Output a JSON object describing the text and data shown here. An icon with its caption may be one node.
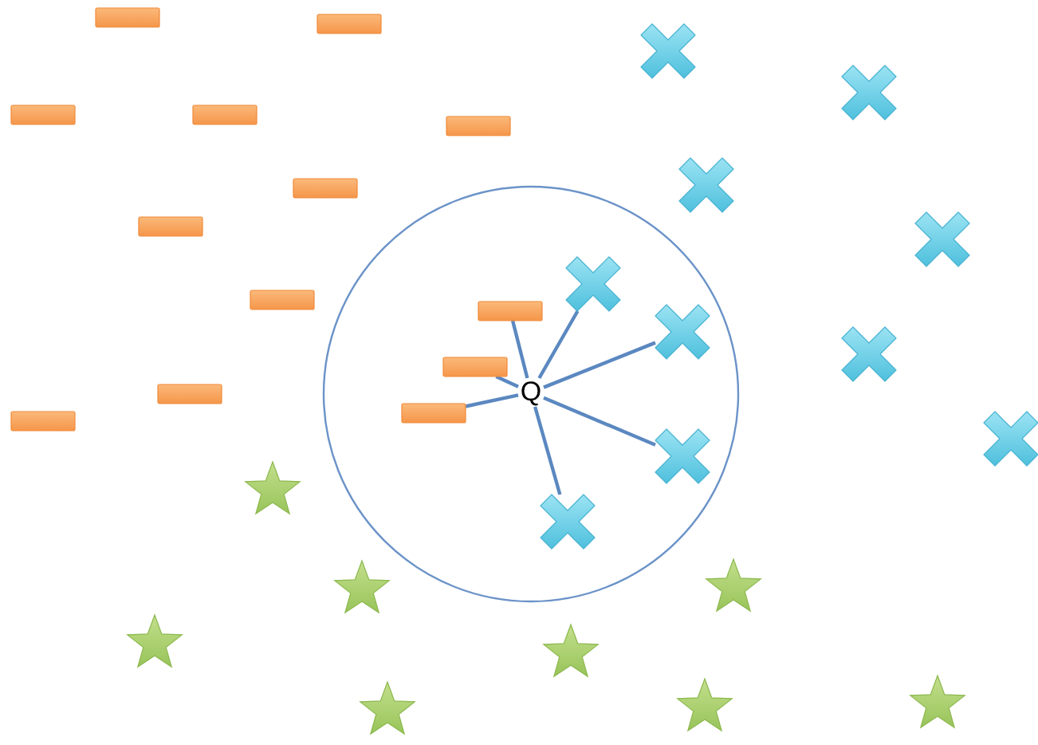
{
  "diagram": {
    "nodes": [
      {
        "text": [
          "Q"
        ]
      },
      {
        "text": [],
        "shape": "bar"
      },
      {
        "text": [],
        "shape": "bar"
      },
      {
        "text": [],
        "shape": "bar"
      },
      {
        "text": [],
        "shape": "bar"
      },
      {
        "text": [],
        "shape": "bar"
      },
      {
        "text": [],
        "shape": "bar"
      },
      {
        "text": [],
        "shape": "bar"
      },
      {
        "text": [],
        "shape": "bar"
      },
      {
        "text": [],
        "shape": "bar"
      },
      {
        "text": [],
        "shape": "bar"
      },
      {
        "text": [],
        "shape": "bar"
      },
      {
        "text": [],
        "shape": "bar"
      },
      {
        "text": [],
        "shape": "bar"
      },
      {
        "text": [],
        "shape": "cross"
      },
      {
        "text": [],
        "shape": "cross"
      },
      {
        "text": [],
        "shape": "cross"
      },
      {
        "text": [],
        "shape": "cross"
      },
      {
        "text": [],
        "shape": "cross"
      },
      {
        "text": [],
        "shape": "cross"
      },
      {
        "text": [],
        "shape": "cross"
      },
      {
        "text": [],
        "shape": "cross"
      },
      {
        "text": [],
        "shape": "cross"
      },
      {
        "text": [],
        "shape": "cross"
      },
      {
        "text": [],
        "shape": "star"
      },
      {
        "text": [],
        "shape": "star"
      },
      {
        "text": [],
        "shape": "star"
      },
      {
        "text": [],
        "shape": "star"
      },
      {
        "text": [],
        "shape": "star"
      },
      {
        "text": [],
        "shape": "star"
      },
      {
        "text": [],
        "shape": "star"
      },
      {
        "text": [],
        "shape": "star"
      }
    ],
    "edges": [
      {
        "from": 0,
        "to": 9,
        "arrow": "none"
      },
      {
        "from": 0,
        "to": 18,
        "arrow": "none"
      },
      {
        "from": 0,
        "to": 19,
        "arrow": "none"
      },
      {
        "from": 0,
        "to": 22,
        "arrow": "none"
      },
      {
        "from": 0,
        "to": 23,
        "arrow": "none"
      },
      {
        "from": 0,
        "to": 12,
        "arrow": "none"
      },
      {
        "from": 0,
        "to": 10,
        "arrow": "none"
      }
    ]
  }
}
